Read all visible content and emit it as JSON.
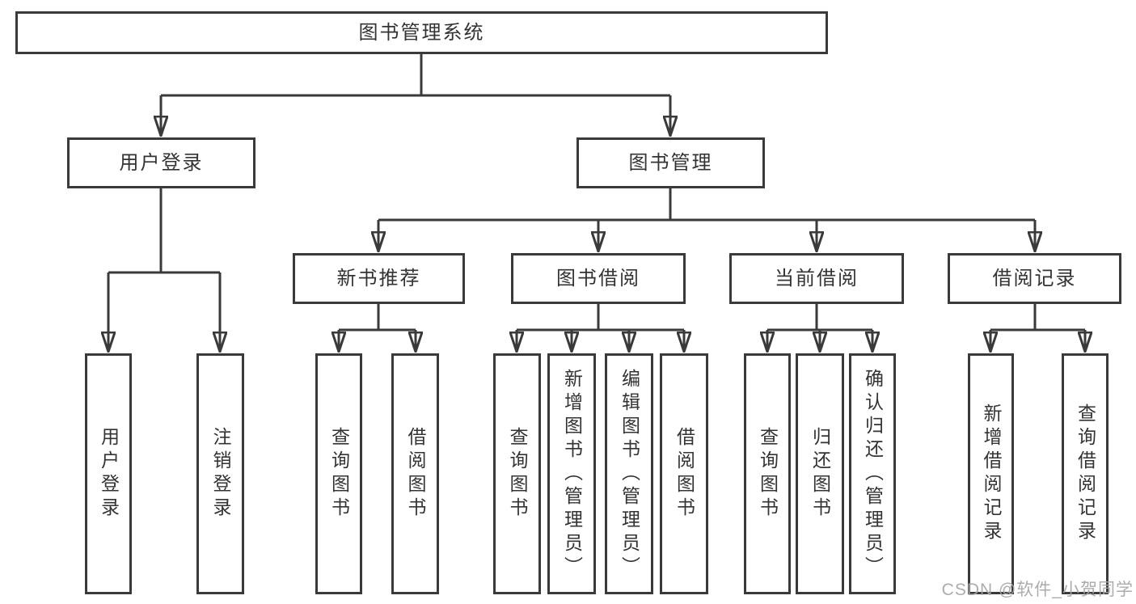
{
  "diagram_colors": {
    "line": "#3a3a3a",
    "border": "#3a3a3a",
    "text": "#333333",
    "background": "#ffffff",
    "watermark": "#a6a6a6"
  },
  "tree": {
    "label": "图书管理系统",
    "children": [
      {
        "label": "用户登录",
        "children": [
          {
            "label": "用户登录"
          },
          {
            "label": "注销登录"
          }
        ]
      },
      {
        "label": "图书管理",
        "children": [
          {
            "label": "新书推荐",
            "children": [
              {
                "label": "查询图书"
              },
              {
                "label": "借阅图书"
              }
            ]
          },
          {
            "label": "图书借阅",
            "children": [
              {
                "label": "查询图书"
              },
              {
                "label": "新增图书（管理员）"
              },
              {
                "label": "编辑图书（管理员）"
              },
              {
                "label": "借阅图书"
              }
            ]
          },
          {
            "label": "当前借阅",
            "children": [
              {
                "label": "查询图书"
              },
              {
                "label": "归还图书"
              },
              {
                "label": "确认归还（管理员）"
              }
            ]
          },
          {
            "label": "借阅记录",
            "children": [
              {
                "label": "新增借阅记录"
              },
              {
                "label": "查询借阅记录"
              }
            ]
          }
        ]
      }
    ]
  },
  "watermark": {
    "text": "CSDN @软件_小贺同学"
  }
}
